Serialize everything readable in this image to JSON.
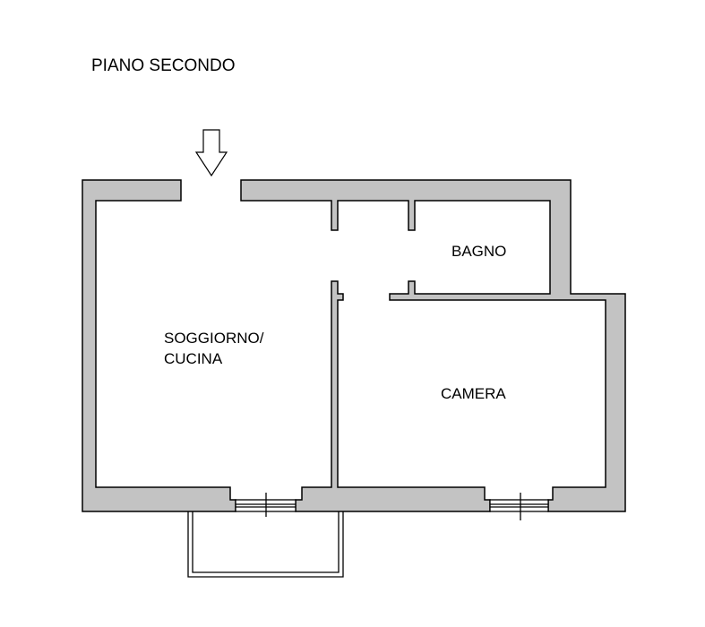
{
  "title": "PIANO SECONDO",
  "rooms": {
    "living": "SOGGIORNO/\nCUCINA",
    "living_line1": "SOGGIORNO/",
    "living_line2": "CUCINA",
    "bathroom": "BAGNO",
    "bedroom": "CAMERA"
  },
  "colors": {
    "wall": "#c3c3c3",
    "line": "#000000"
  },
  "icons": {
    "entrance": "arrow-down-icon"
  }
}
